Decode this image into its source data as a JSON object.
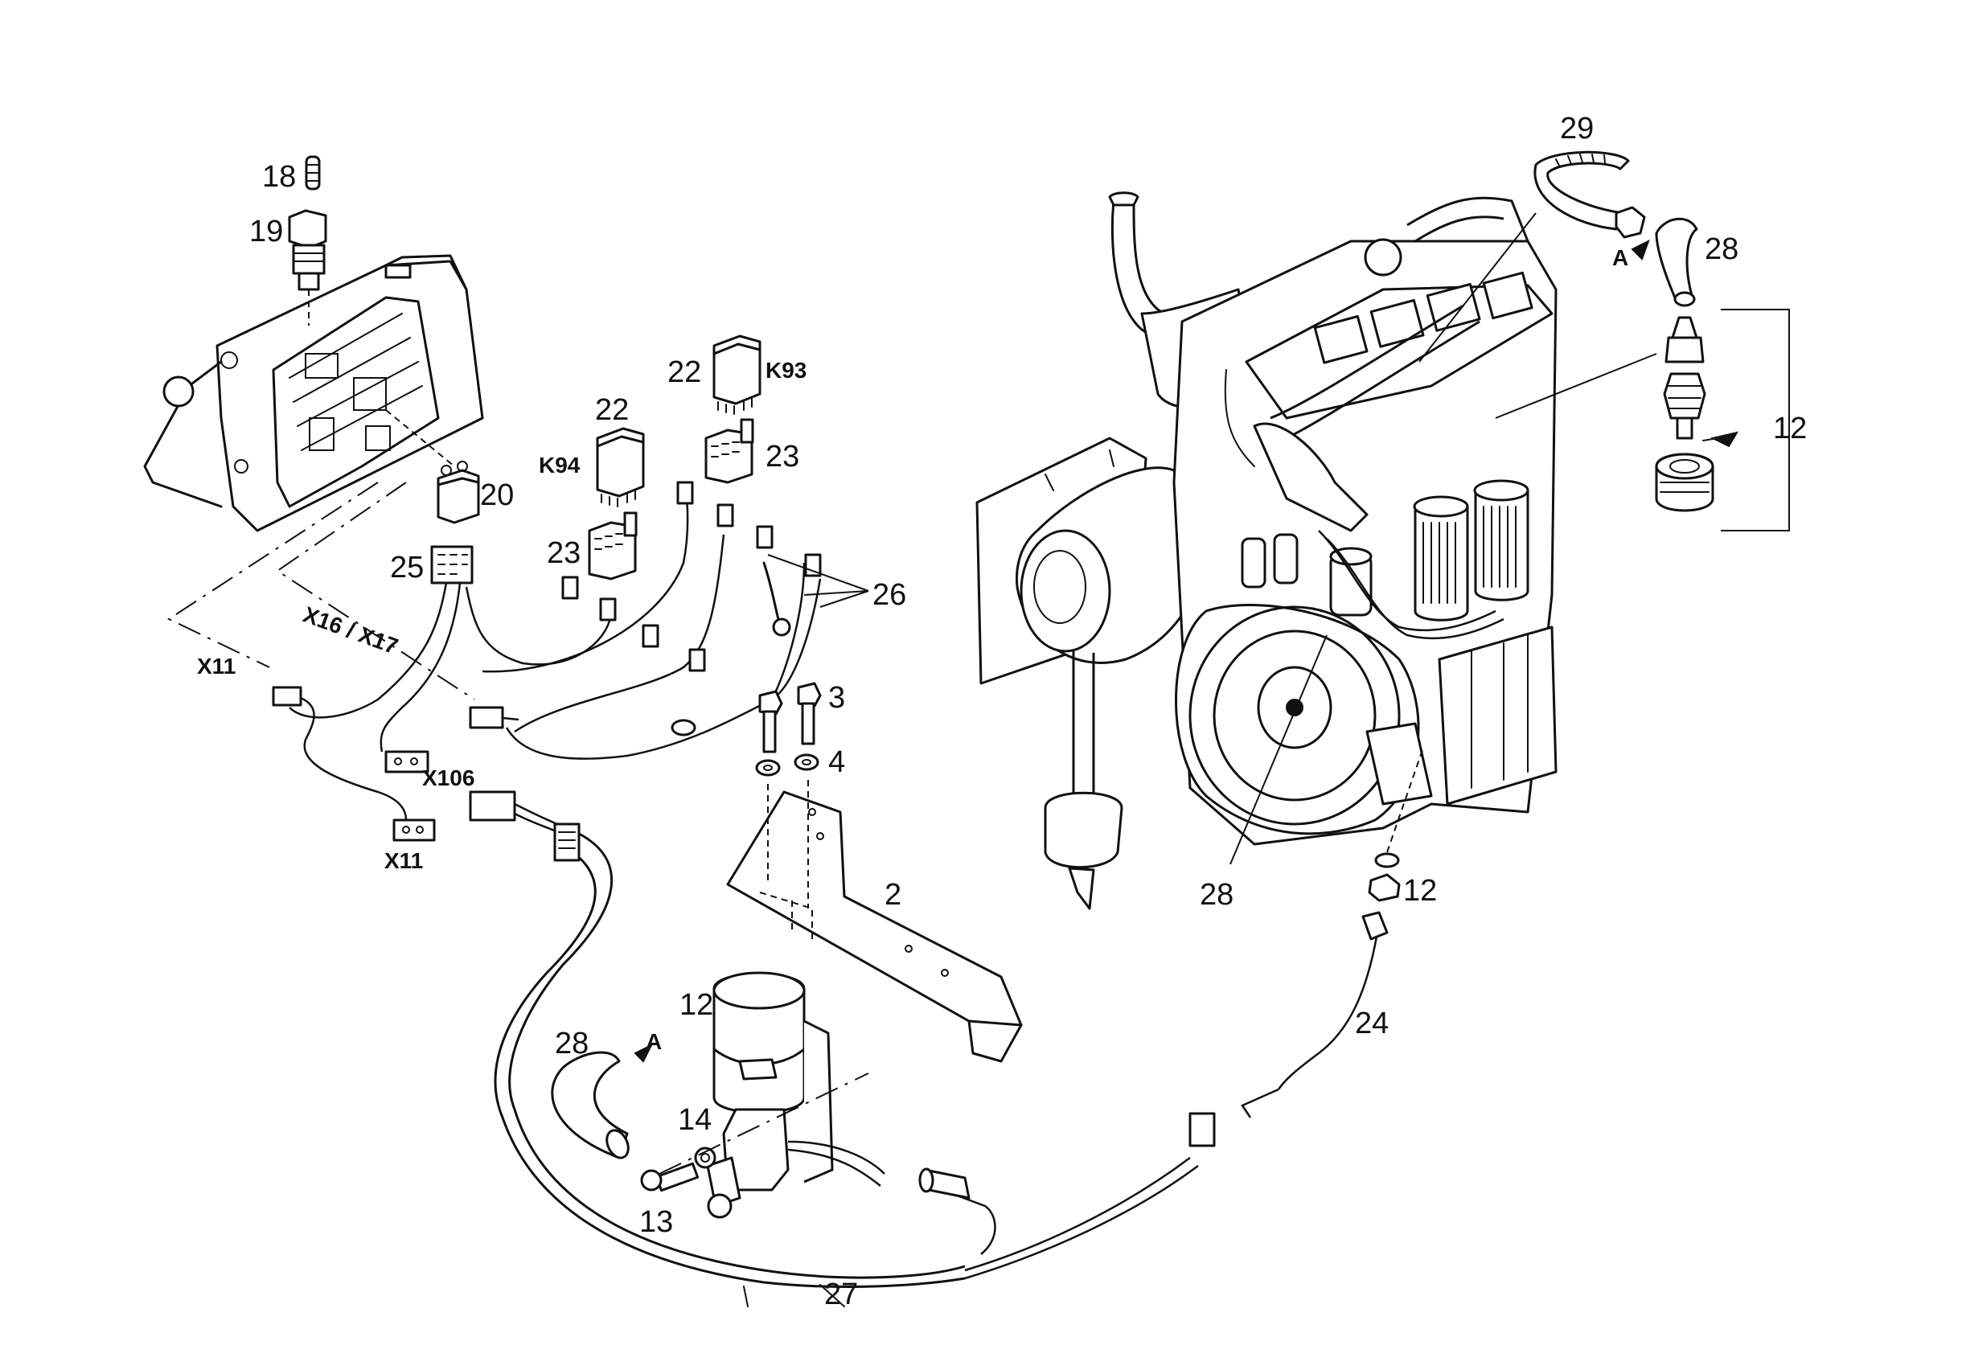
{
  "diagram": {
    "callouts": {
      "n18": "18",
      "n19": "19",
      "n20": "20",
      "n25": "25",
      "n22_top": "22",
      "n22_mid": "22",
      "n23_top": "23",
      "n23_mid": "23",
      "n26": "26",
      "n3": "3",
      "n4": "4",
      "n2": "2",
      "n12_bottom": "12",
      "n28_bottom": "28",
      "n14": "14",
      "n13": "13",
      "n27": "27",
      "n24": "24",
      "n12_engine": "12",
      "n28_engine": "28",
      "n29": "29",
      "n28_top": "28",
      "n12_right": "12"
    },
    "tags": {
      "k93": "K93",
      "k94": "K94",
      "x11_a": "X11",
      "x11_b": "X11",
      "x16x17": "X16 / X17",
      "x106": "X106",
      "arrow_a_bottom": "A",
      "arrow_a_top": "A"
    }
  }
}
